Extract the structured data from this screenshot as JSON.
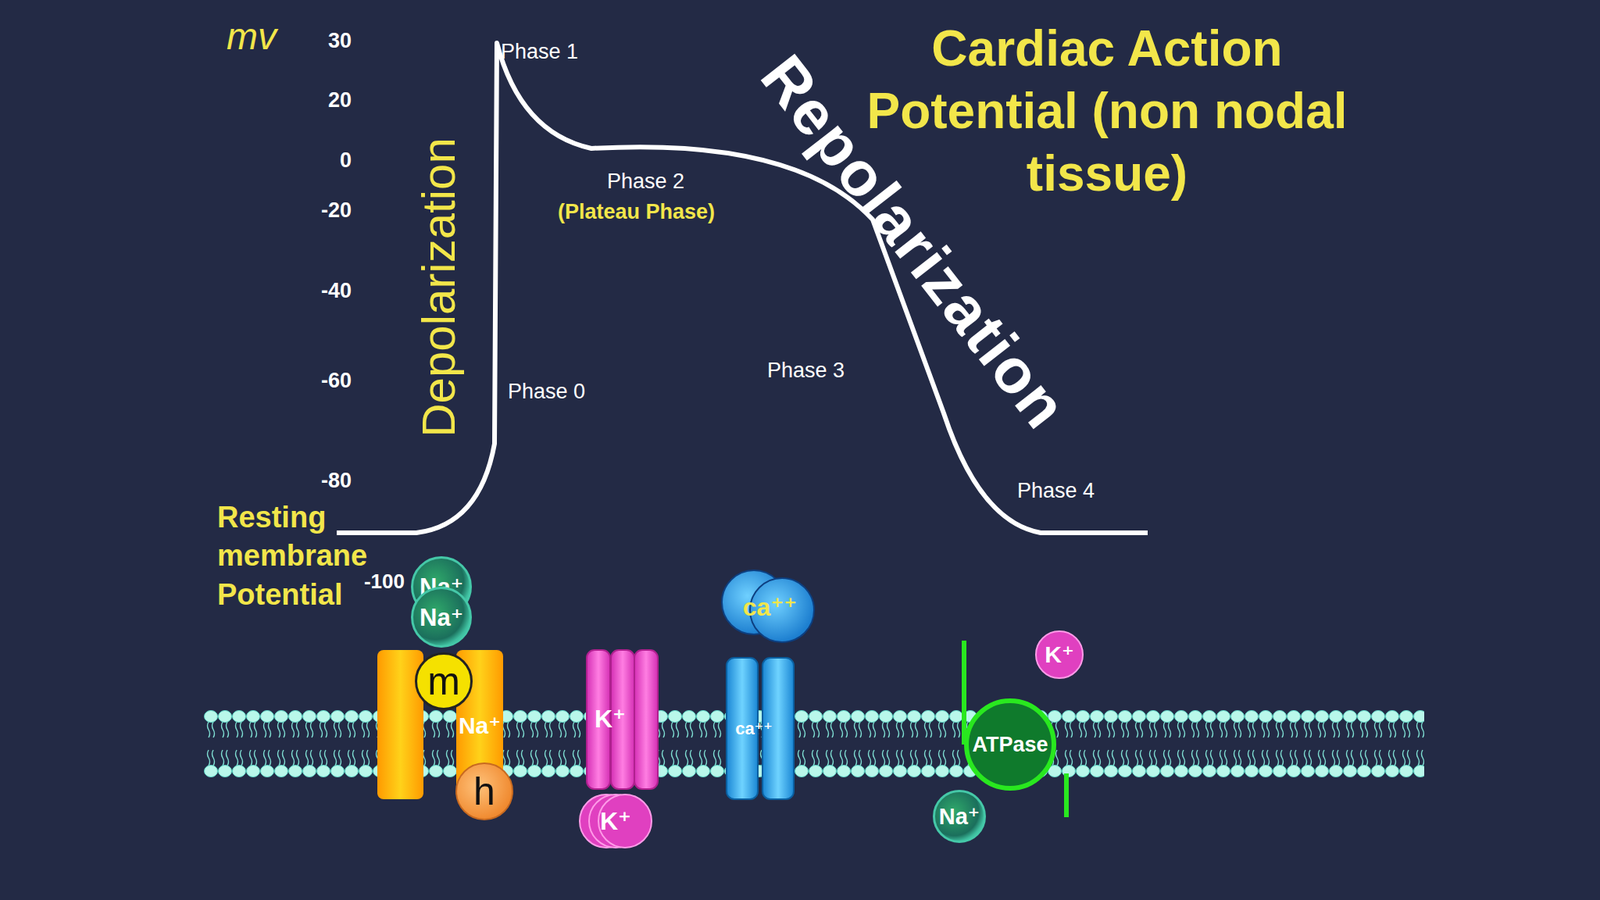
{
  "diagram": {
    "title": "Cardiac Action Potential (non nodal tissue)",
    "nodes": [
      {
        "text": [
          "Na⁺"
        ]
      },
      {
        "text": [
          "m"
        ],
        "in": 0
      },
      {
        "text": [
          "h"
        ],
        "in": 0
      },
      {
        "text": [
          "Na⁺"
        ]
      },
      {
        "text": [
          "Na⁺"
        ]
      },
      {
        "text": [
          "K⁺"
        ]
      },
      {
        "text": [
          "K⁺"
        ]
      },
      {
        "text": [
          "ca⁺⁺"
        ]
      },
      {
        "text": [
          "ca⁺⁺"
        ]
      },
      {
        "text": [
          "ATPase"
        ]
      },
      {
        "text": [
          "K⁺"
        ]
      },
      {
        "text": [
          "Na⁺"
        ]
      }
    ],
    "labels": [
      "mv",
      "30",
      "20",
      "0",
      "-20",
      "-40",
      "-60",
      "-80",
      "-100",
      "Depolarization",
      "Phase 1",
      "Phase 2",
      "(Plateau Phase)",
      "Phase 0",
      "Phase 3",
      "Phase 4",
      "Repolarization",
      "Resting membrane Potential"
    ]
  }
}
